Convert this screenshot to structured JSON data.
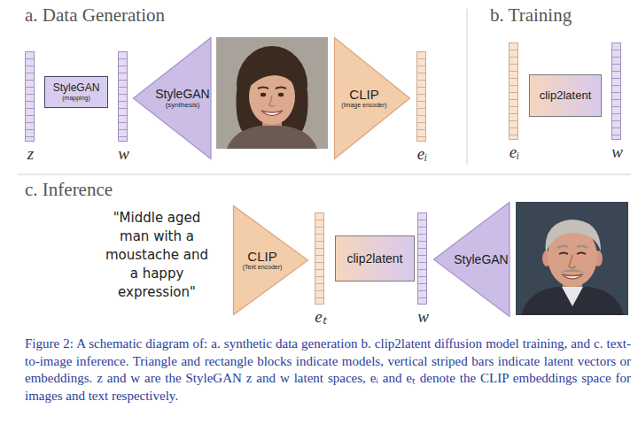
{
  "diagram": {
    "caption": "Figure 2: A schematic diagram of: a. synthetic data generation b. clip2latent diffusion model training, and c. text-to-image inference. Triangle and rectangle blocks indicate models, vertical striped bars indicate latent vectors or embeddings. z and w are the StyleGAN z and w latent spaces, eᵢ and eₜ denote the CLIP embeddings space for images and text respectively.",
    "nodes": [
      {
        "text": [
          "z"
        ]
      },
      {
        "text": [
          "StyleGAN",
          "(mapping)"
        ]
      },
      {
        "text": [
          "w"
        ]
      },
      {
        "text": [
          "StyleGAN",
          "(synthesis)"
        ]
      },
      {
        "text": [
          "CLIP",
          "(Image encoder)"
        ]
      },
      {
        "text": [
          "eᵢ"
        ]
      },
      {
        "text": [
          "eᵢ"
        ]
      },
      {
        "text": [
          "clip2latent"
        ]
      },
      {
        "text": [
          "w"
        ]
      },
      {
        "text": [
          "CLIP",
          "(Text encoder)"
        ]
      },
      {
        "text": [
          "eₜ"
        ]
      },
      {
        "text": [
          "clip2latent"
        ]
      },
      {
        "text": [
          "w"
        ]
      },
      {
        "text": [
          "StyleGAN"
        ]
      }
    ],
    "labels": [
      "a. Data Generation",
      "b. Training",
      "c. Inference",
      "\"Middle aged man with a moustache and a happy expression\""
    ]
  }
}
